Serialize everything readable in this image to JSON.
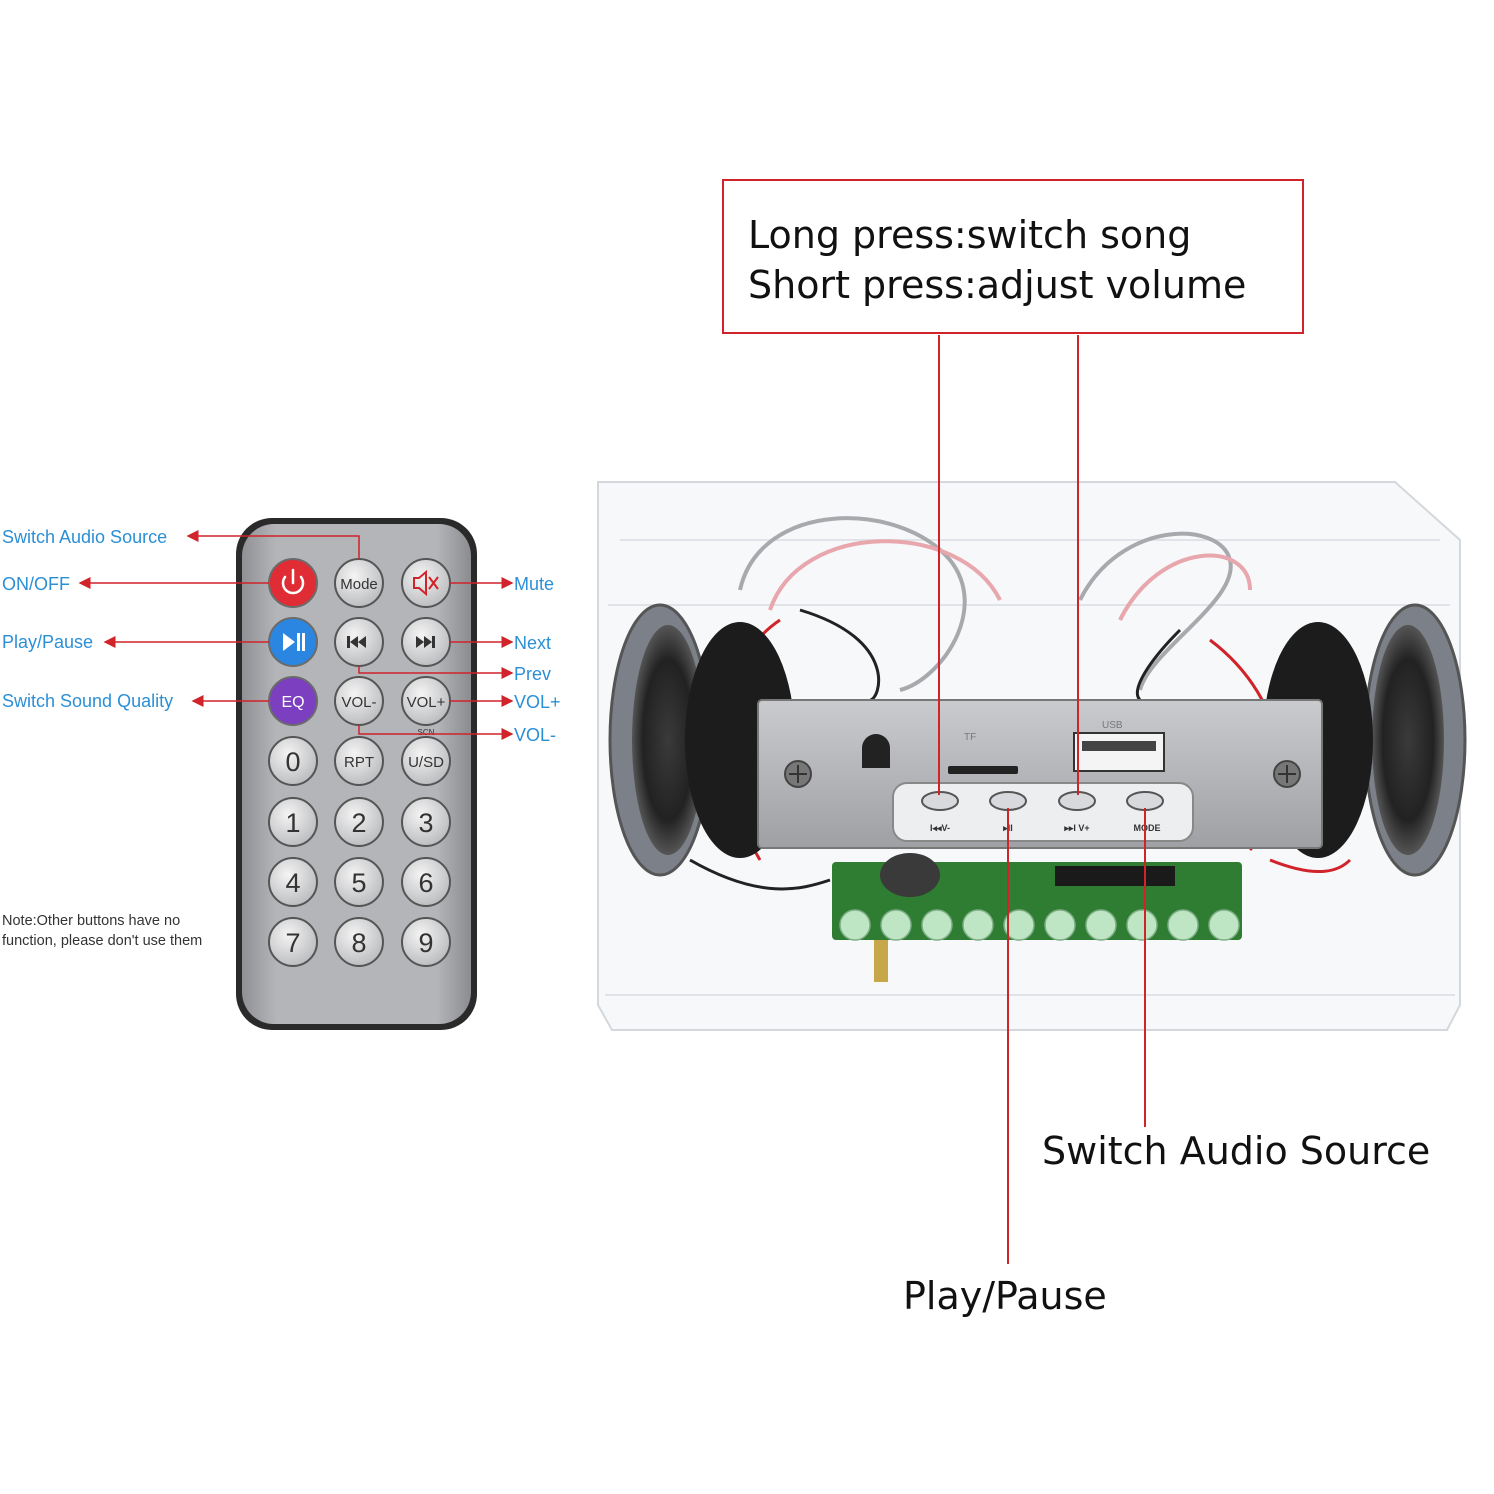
{
  "remote": {
    "buttons": {
      "mode": "Mode",
      "eq": "EQ",
      "vol_minus": "VOL-",
      "vol_plus": "VOL+",
      "rpt": "RPT",
      "usd": "U/SD",
      "scn": "SCN",
      "digits": [
        "0",
        "1",
        "2",
        "3",
        "4",
        "5",
        "6",
        "7",
        "8",
        "9"
      ]
    },
    "labels": {
      "switch_audio_source": "Switch Audio Source",
      "on_off": "ON/OFF",
      "play_pause": "Play/Pause",
      "switch_sound_quality": "Switch Sound Quality",
      "mute": "Mute",
      "next": "Next",
      "prev": "Prev",
      "vol_plus": "VOL+",
      "vol_minus": "VOL-"
    },
    "note": "Note:Other buttons have no function, please don't use them"
  },
  "device": {
    "callout": {
      "line1": "Long press:switch song",
      "line2": "Short press:adjust volume"
    },
    "switch_audio_source": "Switch Audio Source",
    "play_pause": "Play/Pause",
    "panel_buttons": [
      "I◂◂V-",
      "▸II",
      "▸▸I V+",
      "MODE"
    ],
    "panel_markings": {
      "tf": "TF",
      "usb": "USB"
    }
  },
  "colors": {
    "accent_red": "#d0232a",
    "label_blue": "#2b8fd6",
    "power_button": "#e02d35",
    "play_button": "#2a86e0",
    "eq_button": "#7b3fbf",
    "remote_body": "#a9abae"
  }
}
